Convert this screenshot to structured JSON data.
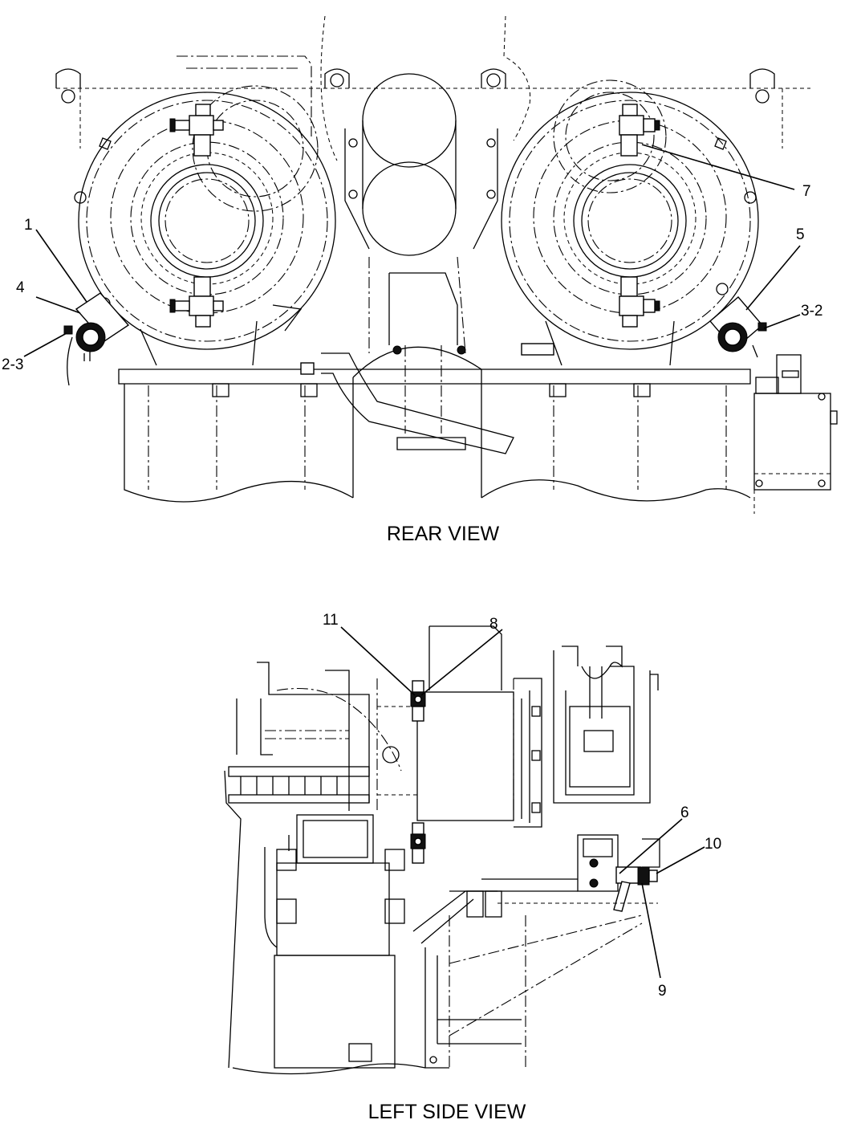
{
  "views": {
    "rear": {
      "caption": "REAR VIEW",
      "callouts": [
        "1",
        "4",
        "2-3",
        "5",
        "3-2",
        "7"
      ]
    },
    "left_side": {
      "caption": "LEFT SIDE VIEW",
      "callouts": [
        "11",
        "8",
        "6",
        "10",
        "9"
      ]
    }
  }
}
